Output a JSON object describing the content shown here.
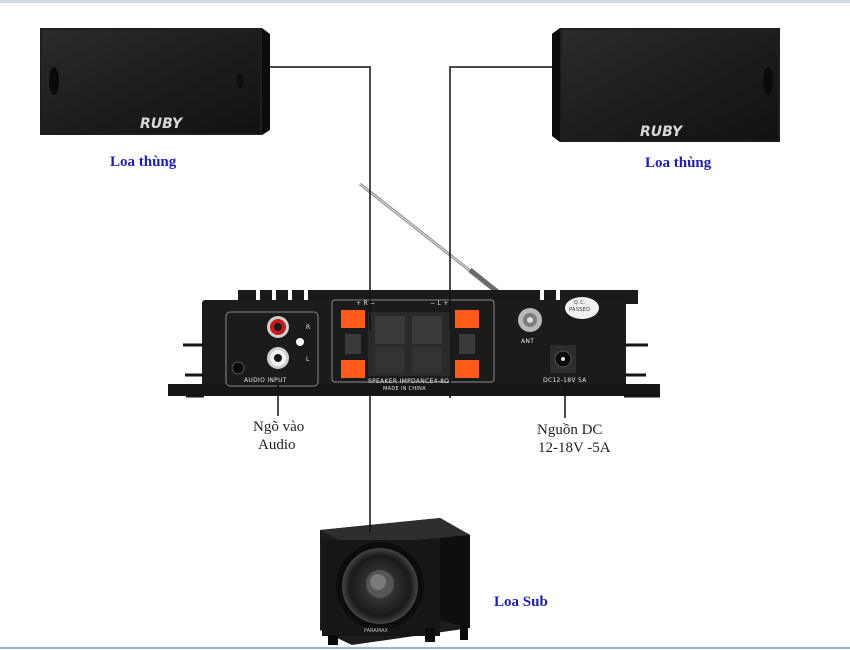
{
  "labels": {
    "speaker_left": "Loa thùng",
    "speaker_right": "Loa thùng",
    "audio_input_line1": "Ngõ vào",
    "audio_input_line2": "Audio",
    "dc_power_line1": "Nguồn DC",
    "dc_power_line2": "12-18V -5A",
    "subwoofer": "Loa Sub"
  },
  "speakers": {
    "brand": "RUBY"
  },
  "amplifier": {
    "panel_audio_input": "AUDIO INPUT",
    "channel_r": "R",
    "channel_l": "L",
    "speaker_impedance": "SPEAKER IMPDANCE4-8Ω",
    "made_in": "MADE IN CHINA",
    "terminal_plus_r": "+ R −",
    "terminal_minus_l": "− L +",
    "antenna": "ANT",
    "dc_spec": "DC12-18V 5A",
    "qc_line1": "Q.C.",
    "qc_line2": "PASSED"
  },
  "subwoofer_brand": "PARAMAX",
  "colors": {
    "label_blue": "#1d1db8",
    "terminal_orange": "#ff5a1a",
    "device_black": "#1b1b1b",
    "wire": "#111111"
  }
}
